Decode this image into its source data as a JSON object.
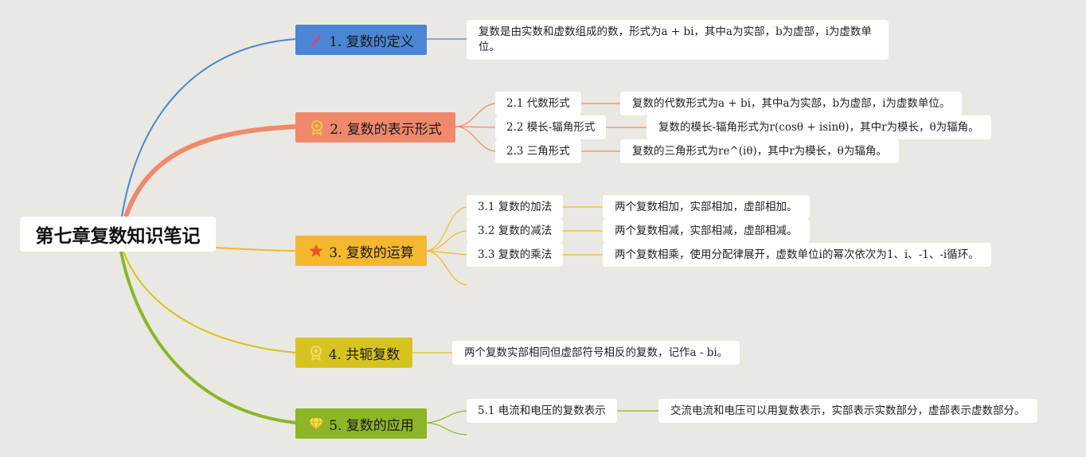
{
  "title": "第七章复数知识笔记",
  "colors": {
    "background": "#e9e8e2",
    "b1": "#4a86d4",
    "b2": "#f0896c",
    "b3": "#f3b82e",
    "b4": "#d6c320",
    "b5": "#8cb528"
  },
  "branches": [
    {
      "label": "1. 复数的定义",
      "icon": "magic-wand-icon",
      "note": "复数是由实数和虚数组成的数，形式为a + bi，其中a为实部，b为虚部，i为虚数单位。"
    },
    {
      "label": "2. 复数的表示形式",
      "icon": "award-medal-icon",
      "children": [
        {
          "label": "2.1 代数形式",
          "note": "复数的代数形式为a + bi，其中a为实部，b为虚部，i为虚数单位。"
        },
        {
          "label": "2.2 模长-辐角形式",
          "note": "复数的模长-辐角形式为r(cosθ + isinθ)，其中r为模长，θ为辐角。"
        },
        {
          "label": "2.3 三角形式",
          "note": "复数的三角形式为re^(iθ)，其中r为模长，θ为辐角。"
        }
      ]
    },
    {
      "label": "3. 复数的运算",
      "icon": "star-icon",
      "children": [
        {
          "label": "3.1 复数的加法",
          "note": "两个复数相加，实部相加，虚部相加。"
        },
        {
          "label": "3.2 复数的减法",
          "note": "两个复数相减，实部相减，虚部相减。"
        },
        {
          "label": "3.3 复数的乘法",
          "note": "两个复数相乘，使用分配律展开，虚数单位i的幂次依次为1、i、-1、-i循环。"
        }
      ]
    },
    {
      "label": "4. 共轭复数",
      "icon": "award-medal-icon",
      "note": "两个复数实部相同但虚部符号相反的复数，记作a - bi。"
    },
    {
      "label": "5. 复数的应用",
      "icon": "diamond-icon",
      "children": [
        {
          "label": "5.1 电流和电压的复数表示",
          "note": "交流电流和电压可以用复数表示，实部表示实数部分，虚部表示虚数部分。"
        }
      ]
    }
  ]
}
